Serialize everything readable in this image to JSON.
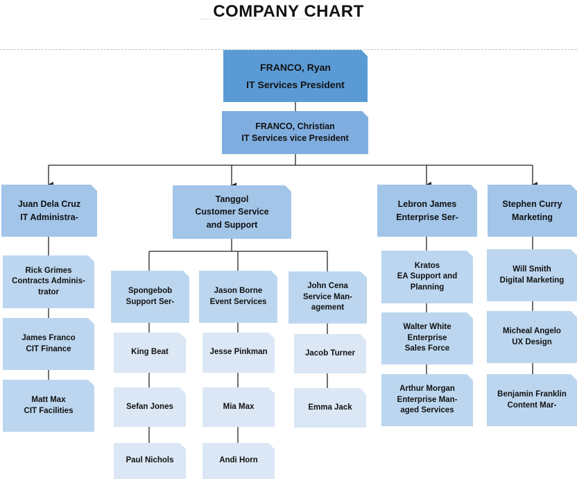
{
  "title": "COMPANY CHART",
  "president": {
    "name": "FRANCO, Ryan",
    "role": "IT Services President"
  },
  "vice_president": {
    "name": "FRANCO, Christian",
    "role": "IT Services vice President"
  },
  "departments": {
    "it_admin": {
      "name": "Juan Dela Cruz",
      "role": "IT Administra-"
    },
    "customer_service": {
      "line1": "Tanggol",
      "line2": "Customer Service",
      "line3": "and Support"
    },
    "enterprise": {
      "name": "Lebron James",
      "role": "Enterprise Ser-"
    },
    "marketing": {
      "name": "Stephen Curry",
      "role": "Marketing"
    }
  },
  "it_admin_team": [
    {
      "name": "Rick Grimes",
      "role1": "Contracts Adminis-",
      "role2": "trator"
    },
    {
      "name": "James  Franco",
      "role": "CIT Finance"
    },
    {
      "name": "Matt Max",
      "role": "CIT Facilities"
    }
  ],
  "cs_managers": {
    "spongebob": {
      "name": "Spongebob",
      "role": "Support Ser-"
    },
    "jason": {
      "name": "Jason Borne",
      "role": "Event Services"
    },
    "cena": {
      "name": "John Cena",
      "role1": "Service Man-",
      "role2": "agement"
    }
  },
  "cs_staff": {
    "col1": [
      "King Beat",
      "Sefan Jones",
      "Paul Nichols"
    ],
    "col2": [
      "Jesse Pinkman",
      "Mia Max",
      "Andi Horn"
    ],
    "col3": [
      "Jacob Turner",
      "Emma Jack"
    ]
  },
  "enterprise_team": [
    {
      "name": "Kratos",
      "role1": "EA Support and",
      "role2": "Planning"
    },
    {
      "name": "Walter White",
      "role1": "Enterprise",
      "role2": "Sales Force"
    },
    {
      "name": "Arthur Morgan",
      "role1": "Enterprise Man-",
      "role2": "aged Services"
    }
  ],
  "marketing_team": [
    {
      "name": "Will Smith",
      "role": "Digital Marketing"
    },
    {
      "name": "Micheal Angelo",
      "role": "UX Design"
    },
    {
      "name": "Benjamin Franklin",
      "role": "Content Mar-"
    }
  ],
  "colors": {
    "level1": "#5b9bd5",
    "level2": "#80ade0",
    "level3": "#a2c5e8",
    "level4": "#bcd6ef",
    "level5": "#dbe7f5",
    "connector": "#222222"
  }
}
